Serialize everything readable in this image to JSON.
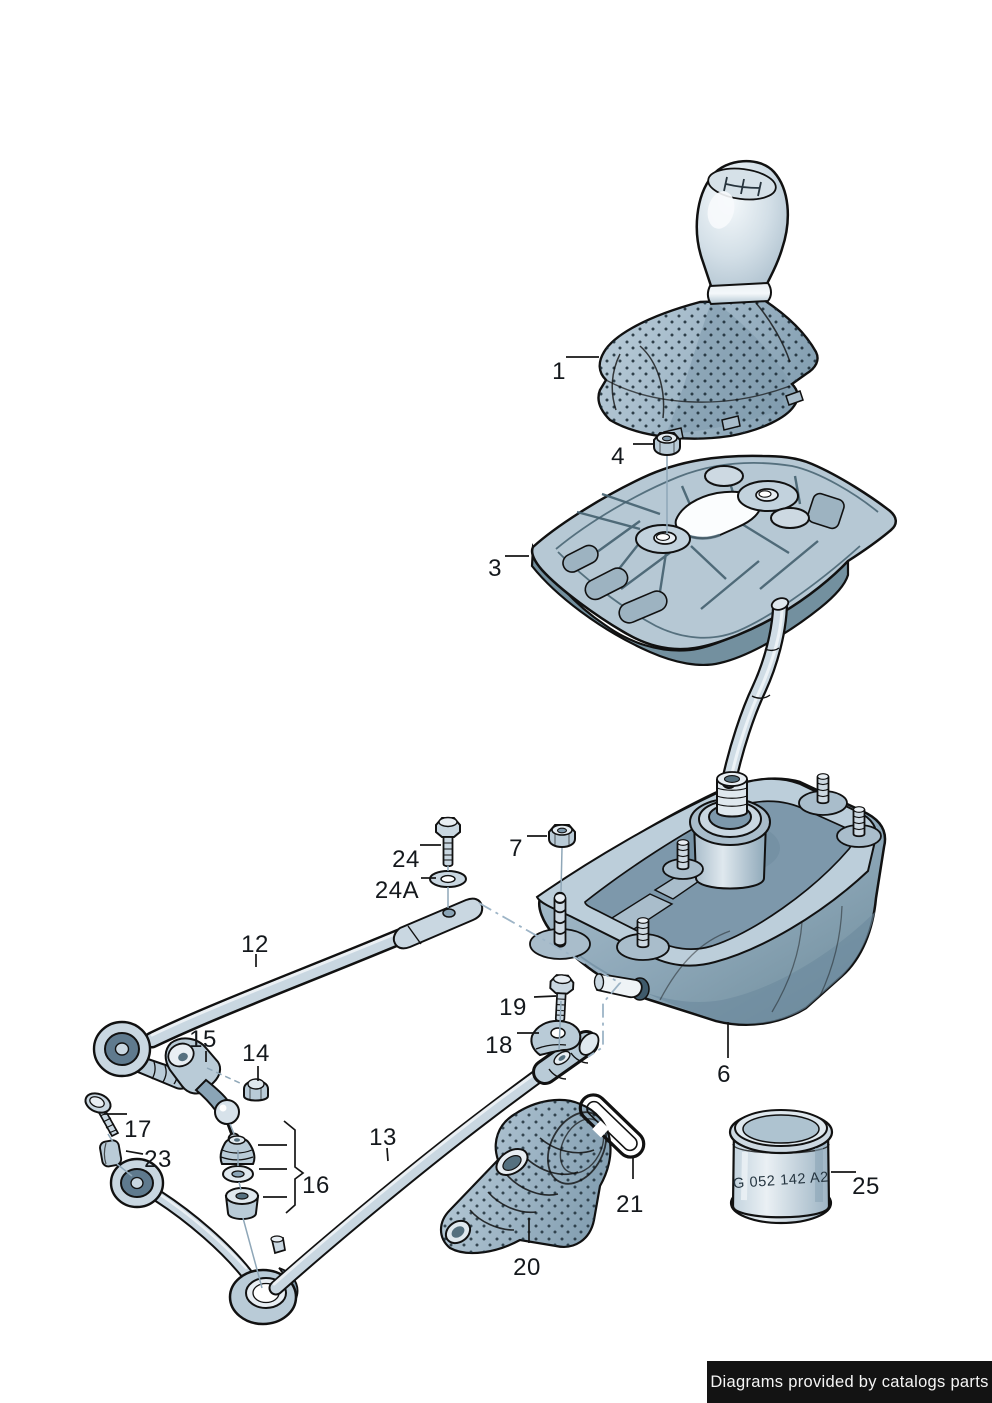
{
  "part_labels": {
    "1": "1",
    "3": "3",
    "4": "4",
    "6": "6",
    "7": "7",
    "12": "12",
    "13": "13",
    "14": "14",
    "15": "15",
    "16": "16",
    "17": "17",
    "18": "18",
    "19": "19",
    "20": "20",
    "21": "21",
    "23": "23",
    "24": "24",
    "24A": "24A",
    "25": "25"
  },
  "container_marking": "G 052 142 A2",
  "footer": {
    "text": "Diagrams provided by catalogs parts",
    "bg": "#131313",
    "fg": "#f5f5f5"
  },
  "colors": {
    "background": "#ffffff",
    "outline": "#111111",
    "fill_light": "#cdd9e2",
    "fill_mid": "#a9bdcb",
    "fill_dark": "#7e99ab",
    "fill_deep": "#5f7a8e",
    "construction_line": "#9db4c6",
    "label_text": "#14181c"
  }
}
